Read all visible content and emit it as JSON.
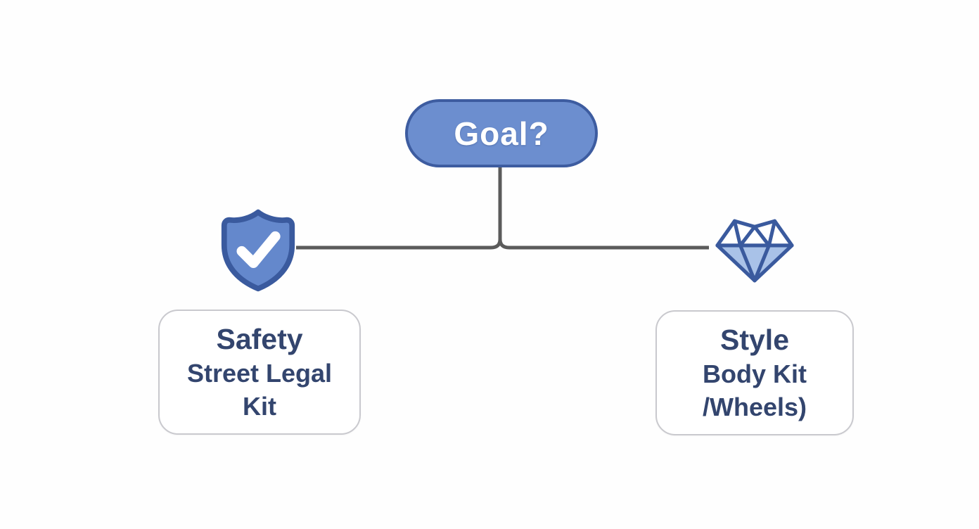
{
  "diagram": {
    "root": {
      "label": "Goal?"
    },
    "branches": [
      {
        "icon": "shield-check-icon",
        "title": "Safety",
        "subtitle": "Street Legal Kit"
      },
      {
        "icon": "diamond-icon",
        "title": "Style",
        "subtitle": "Body Kit /Wheels)"
      }
    ],
    "colors": {
      "background": "#fefefe",
      "node_fill": "#6c8ecf",
      "node_border": "#3d5ca0",
      "node_text": "#ffffff",
      "line": "#5b5b5b",
      "icon_fill": "#6488cc",
      "icon_border": "#3a5a9e",
      "gem_light": "#a9c2e8",
      "box_bg": "#ffffff",
      "box_border": "#c9c9ce",
      "box_text": "#33456e"
    }
  }
}
